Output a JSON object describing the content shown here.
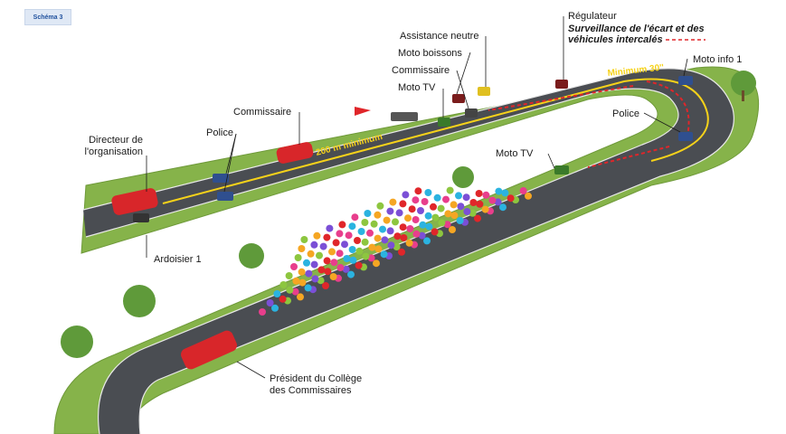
{
  "badge": "Schéma 3",
  "labels": {
    "directeur_line1": "Directeur de",
    "directeur_line2": "l'organisation",
    "police_left": "Police",
    "commissaire_top": "Commissaire",
    "assistance": "Assistance neutre",
    "moto_boissons": "Moto boissons",
    "commissaire_mid": "Commissaire",
    "moto_tv_top": "Moto TV",
    "regulateur": "Régulateur",
    "surveillance_line1": "Surveillance de l'écart et des",
    "surveillance_line2": "véhicules intercalés",
    "moto_info": "Moto info 1",
    "police_right": "Police",
    "moto_tv_bottom": "Moto TV",
    "ardoisier": "Ardoisier 1",
    "president_line1": "Président du Collège",
    "president_line2": "des Commissaires"
  },
  "road_text": {
    "min_200": "200 m minimum",
    "min_30": "Minimum 30''"
  },
  "colors": {
    "grass": "#86b34a",
    "road": "#4a4d52",
    "road_line": "#f6d21a",
    "red_car": "#d8262a",
    "blue_moto": "#2f4f8f",
    "dashed_red": "#e0262a"
  }
}
